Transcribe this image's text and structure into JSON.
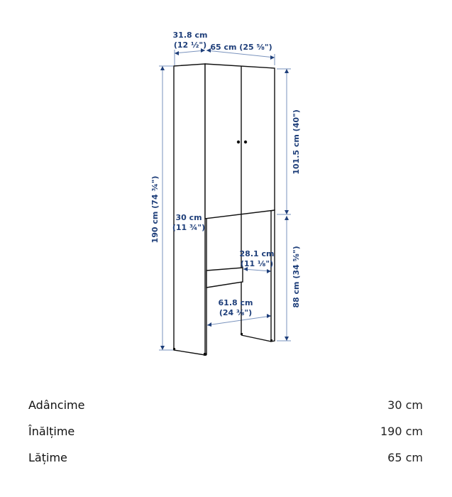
{
  "diagram": {
    "product": "tall cabinet with two doors",
    "colors": {
      "dimension": "#1f3f7a",
      "dimension_line": "#7a93bd",
      "outline": "#111111"
    },
    "dimensions": {
      "top_depth": {
        "cm": "31.8 cm",
        "in": "(12 ½\")"
      },
      "top_width": {
        "label": "65 cm (25 ⅝\")"
      },
      "total_height": {
        "label": "190 cm (74 ¾\")"
      },
      "upper_height": {
        "label": "101.5 cm (40\")"
      },
      "lower_height": {
        "label": "88 cm (34 ⅝\")"
      },
      "inner_depth": {
        "cm": "30 cm",
        "in": "(11 ¾\")"
      },
      "shelf_depth": {
        "cm": "28.1 cm",
        "in": "(11 ⅛\")"
      },
      "inner_width": {
        "cm": "61.8 cm",
        "in": "(24 ⅜\")"
      }
    }
  },
  "specs": [
    {
      "label": "Adâncime",
      "value": "30 cm"
    },
    {
      "label": "Înălțime",
      "value": "190 cm"
    },
    {
      "label": "Lățime",
      "value": "65 cm"
    }
  ]
}
